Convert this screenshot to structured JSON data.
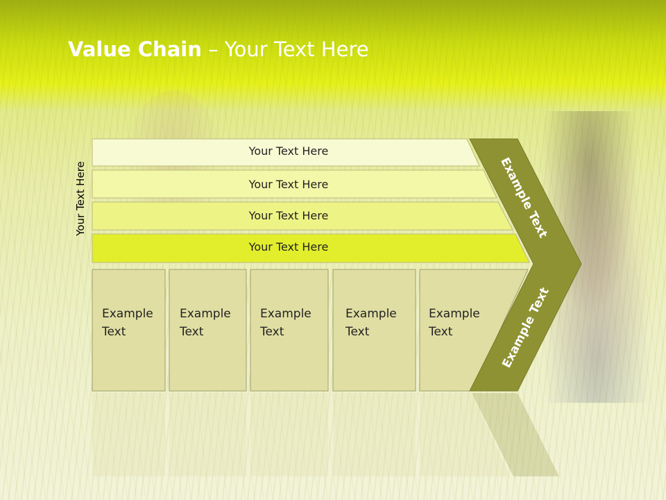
{
  "title": {
    "bold": "Value Chain",
    "rest": " – Your Text Here"
  },
  "side_label": "Your Text Here",
  "bands": [
    {
      "label": "Your Text Here"
    },
    {
      "label": "Your Text Here"
    },
    {
      "label": "Your Text Here"
    },
    {
      "label": "Your Text Here"
    }
  ],
  "boxes": [
    {
      "line1": "Example",
      "line2": "Text"
    },
    {
      "line1": "Example",
      "line2": "Text"
    },
    {
      "line1": "Example",
      "line2": "Text"
    },
    {
      "line1": "Example",
      "line2": "Text"
    },
    {
      "line1": "Example",
      "line2": "Text"
    }
  ],
  "chevron": {
    "upper_label": "Example Text",
    "lower_label": "Example Text"
  },
  "colors": {
    "band_1": "#f8fad4",
    "band_2": "#f3f7a8",
    "band_3": "#eef385",
    "band_4": "#e2ee2c",
    "box_fill": "#e0dea3",
    "chevron": "#8e9232"
  }
}
